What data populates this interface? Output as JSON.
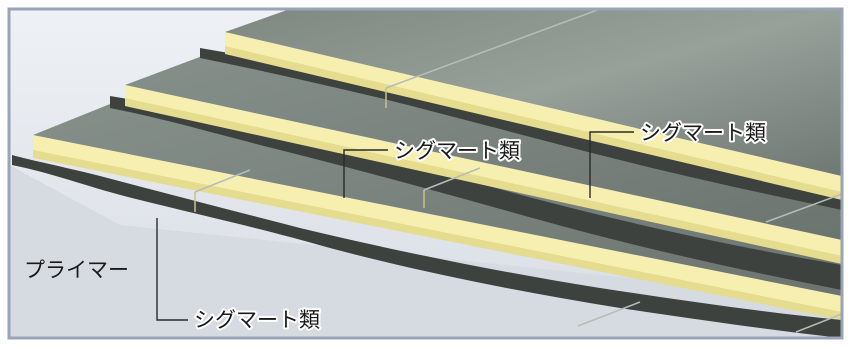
{
  "labels": {
    "sigmart_top_right": "シグマート類",
    "sigmart_middle": "シグマート類",
    "sigmart_bottom": "シグマート類",
    "primer": "プライマー"
  },
  "colors": {
    "background": "#e3e8ee",
    "frame": "#9aa3b8",
    "membrane_top": "#8a928c",
    "membrane_shadow": "#5f6762",
    "insulation_edge": "#f6efb0",
    "adhesive": "#3d423f"
  }
}
